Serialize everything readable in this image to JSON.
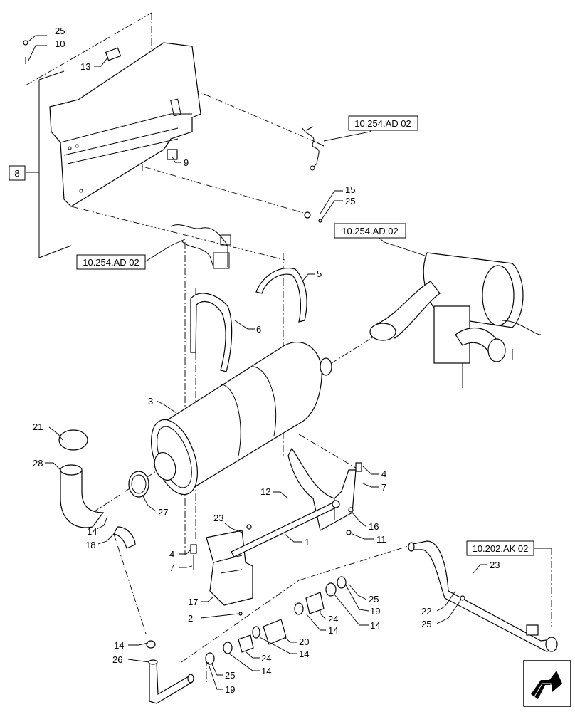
{
  "callouts": {
    "c25a": "25",
    "c10": "10",
    "c13": "13",
    "c8": "8",
    "c9": "9",
    "c15": "15",
    "c25b": "25",
    "c5": "5",
    "c6": "6",
    "c3": "3",
    "c21": "21",
    "c28": "28",
    "c27": "27",
    "c14a": "14",
    "c18": "18",
    "c4a": "4",
    "c7a": "7",
    "c12": "12",
    "c16": "16",
    "c11": "11",
    "c23a": "23",
    "c1": "1",
    "c4b": "4",
    "c7b": "7",
    "c17": "17",
    "c2": "2",
    "c25c": "25",
    "c19a": "19",
    "c14b": "14",
    "c24a": "24",
    "c14c": "14",
    "c20": "20",
    "c14d": "14",
    "c24b": "24",
    "c14e": "14",
    "c25d": "25",
    "c19b": "19",
    "c14f": "14",
    "c26": "26",
    "c23b": "23",
    "c22": "22",
    "c25e": "25"
  },
  "references": {
    "ref_top": "10.254.AD 02",
    "ref_right": "10.254.AD 02",
    "ref_left": "10.254.AD 02",
    "ref_exhaust": "10.202.AK 02"
  },
  "nav": {
    "icon": "next-arrow-icon"
  }
}
